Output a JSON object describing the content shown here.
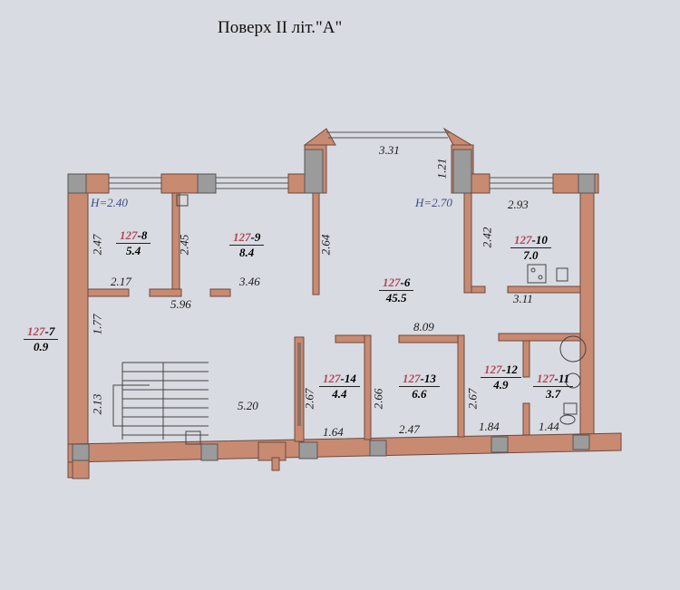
{
  "title": "Поверх II літ.\"А\"",
  "heights": [
    "H=2.40",
    "H=2.70"
  ],
  "rooms": [
    {
      "prefix": "127",
      "suffix": "-8",
      "area": "5.4"
    },
    {
      "prefix": "127",
      "suffix": "-9",
      "area": "8.4"
    },
    {
      "prefix": "127",
      "suffix": "-6",
      "area": "45.5"
    },
    {
      "prefix": "127",
      "suffix": "-10",
      "area": "7.0"
    },
    {
      "prefix": "127",
      "suffix": "-7",
      "area": "0.9"
    },
    {
      "prefix": "127",
      "suffix": "-14",
      "area": "4.4"
    },
    {
      "prefix": "127",
      "suffix": "-13",
      "area": "6.6"
    },
    {
      "prefix": "127",
      "suffix": "-12",
      "area": "4.9"
    },
    {
      "prefix": "127",
      "suffix": "-11",
      "area": "3.7"
    }
  ],
  "dims": [
    "3.31",
    "1.21",
    "2.93",
    "2.47",
    "2.45",
    "2.64",
    "2.42",
    "2.17",
    "3.46",
    "5.96",
    "3.11",
    "8.09",
    "1.77",
    "2.13",
    "5.20",
    "2.67",
    "2.66",
    "2.67",
    "1.64",
    "2.47",
    "1.84",
    "1.44"
  ],
  "colors": {
    "wall": "#c98a72",
    "column": "#9b9b9b",
    "background": "#d9dbe2"
  }
}
